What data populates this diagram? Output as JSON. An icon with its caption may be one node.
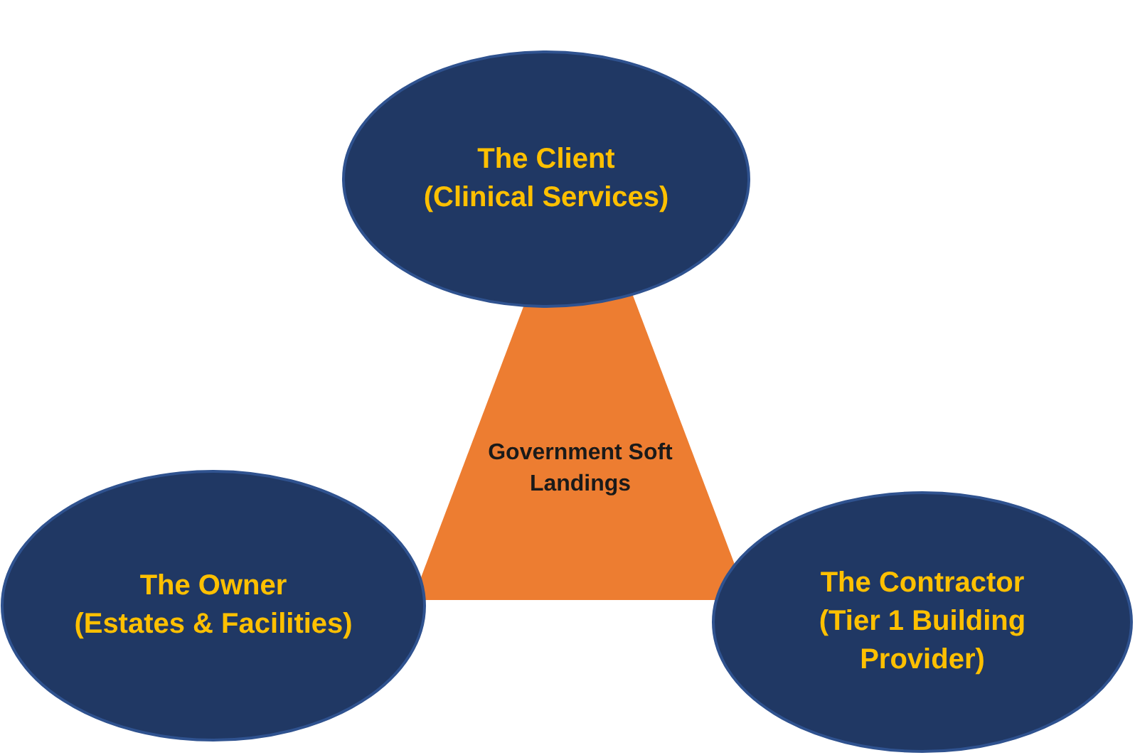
{
  "diagram": {
    "nodes": [
      {
        "text": [
          "The Client",
          "(Clinical Services)"
        ]
      },
      {
        "text": [
          "Government Soft Landings"
        ]
      },
      {
        "text": [
          "The Owner",
          "(Estates & Facilities)"
        ]
      },
      {
        "text": [
          "The Contractor",
          "(Tier 1 Building Provider)"
        ]
      }
    ]
  }
}
